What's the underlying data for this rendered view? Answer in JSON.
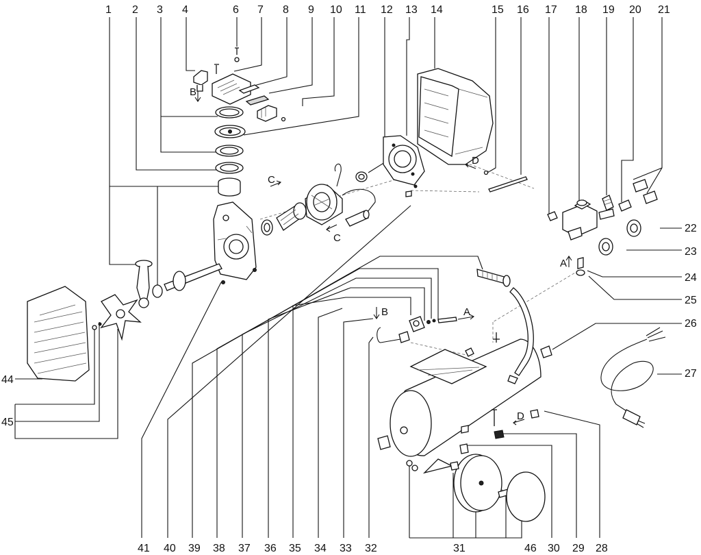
{
  "top_labels": [
    "1",
    "2",
    "3",
    "4",
    "6",
    "7",
    "8",
    "9",
    "10",
    "11",
    "12",
    "13",
    "14",
    "15",
    "16",
    "17",
    "18",
    "19",
    "20",
    "21"
  ],
  "right_labels": [
    "22",
    "23",
    "24",
    "25",
    "26",
    "27",
    "28"
  ],
  "left_labels": [
    "44",
    "45"
  ],
  "bottom_labels": [
    "41",
    "40",
    "39",
    "38",
    "37",
    "36",
    "35",
    "34",
    "33",
    "32",
    "31",
    "46",
    "30",
    "29",
    "28"
  ],
  "direction_markers": [
    "A",
    "A",
    "B",
    "B",
    "C",
    "C",
    "D",
    "D"
  ]
}
